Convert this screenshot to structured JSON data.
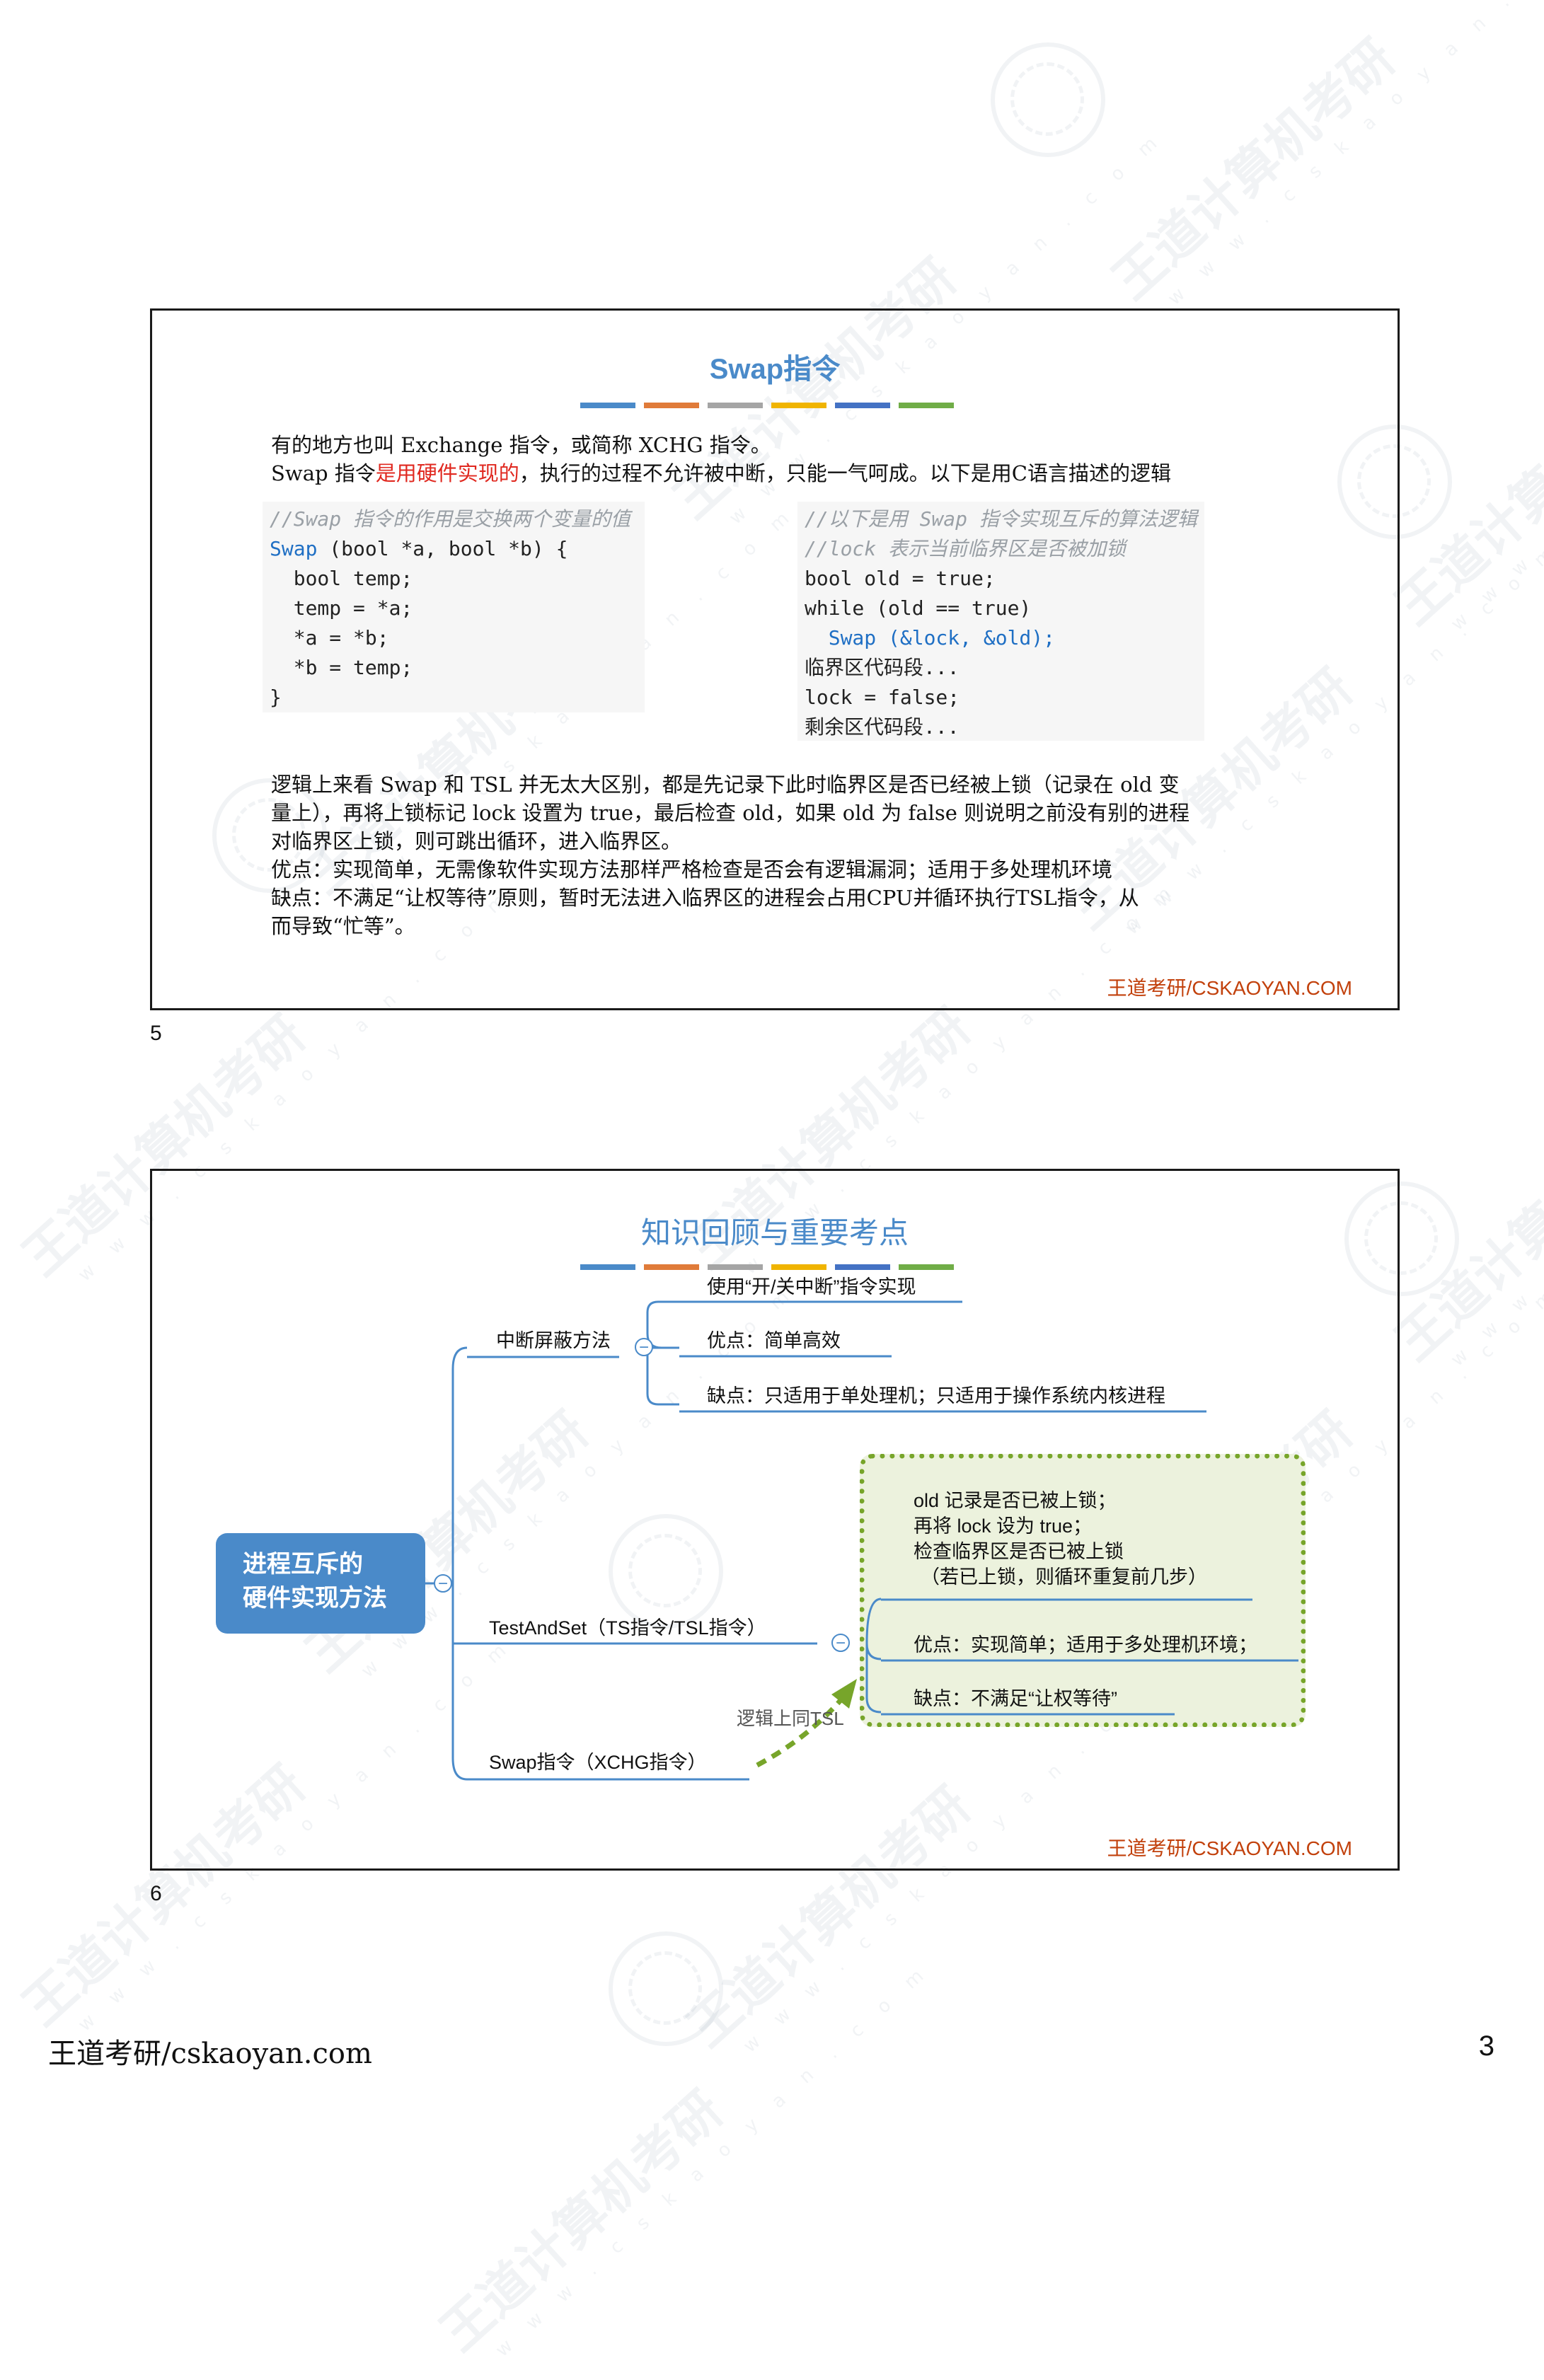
{
  "watermark": {
    "brand": "王道计算机考研",
    "url": "w w w . c s k a o y a n . c o m"
  },
  "slide5": {
    "title": "Swap指令",
    "intro_line1": "有的地方也叫 Exchange 指令，或简称 XCHG 指令。",
    "intro_line2_a": "Swap 指令",
    "intro_line2_red": "是用硬件实现的",
    "intro_line2_b": "，执行的过程不允许被中断，只能一气呵成。以下是用C语言描述的逻辑",
    "code_left": {
      "comment": "//Swap 指令的作用是交换两个变量的值",
      "line1_fn": "Swap",
      "line1_rest": " (bool *a, bool *b) {",
      "line2": "  bool temp;",
      "line3": "  temp = *a;",
      "line4": "  *a = *b;",
      "line5": "  *b = temp;",
      "line6": "}"
    },
    "code_right": {
      "comment1": "//以下是用 Swap 指令实现互斥的算法逻辑",
      "comment2": "//lock 表示当前临界区是否被加锁",
      "line1": "bool old = true;",
      "line2": "while (old == true)",
      "line3": "  Swap (&lock, &old);",
      "line4": "临界区代码段...",
      "line5": "lock = false;",
      "line6": "剩余区代码段..."
    },
    "body": [
      "逻辑上来看 Swap 和 TSL 并无太大区别，都是先记录下此时临界区是否已经被上锁（记录在 old 变",
      "量上），再将上锁标记 lock 设置为 true，最后检查 old，如果 old 为 false 则说明之前没有别的进程",
      "对临界区上锁，则可跳出循环，进入临界区。",
      "优点：实现简单，无需像软件实现方法那样严格检查是否会有逻辑漏洞；适用于多处理机环境",
      "缺点：不满足“让权等待”原则，暂时无法进入临界区的进程会占用CPU并循环执行TSL指令，从",
      "而导致“忙等”。"
    ],
    "footer": "王道考研/CSKAOYAN.COM",
    "number": "5"
  },
  "slide6": {
    "title": "知识回顾与重要考点",
    "root_line1": "进程互斥的",
    "root_line2": "硬件实现方法",
    "branch1": "中断屏蔽方法",
    "branch1_leaves": [
      "使用“开/关中断”指令实现",
      "优点：简单高效",
      "缺点：只适用于单处理机；只适用于操作系统内核进程"
    ],
    "branch2": "TestAndSet（TS指令/TSL指令）",
    "branch2_leaf1": [
      "old 记录是否已被上锁；",
      "再将 lock 设为 true；",
      "检查临界区是否已被上锁",
      "（若已上锁，则循环重复前几步）"
    ],
    "branch2_leaf2": "优点：实现简单；适用于多处理机环境；",
    "branch2_leaf3": "缺点：不满足“让权等待”",
    "branch3": "Swap指令（XCHG指令）",
    "arrow_note": "逻辑上同TSL",
    "footer": "王道考研/CSKAOYAN.COM",
    "number": "6"
  },
  "colors": {
    "title_blue": "#4a8ac9",
    "bars": [
      "#4a8ac9",
      "#e07b39",
      "#a5a5a5",
      "#f0b400",
      "#4472c4",
      "#70ad47"
    ],
    "red": "#e0281f",
    "footer_orange": "#c2410c",
    "green_dotted": "#77a52a"
  },
  "page_footer": "王道考研/cskaoyan.com",
  "page_number": "3"
}
